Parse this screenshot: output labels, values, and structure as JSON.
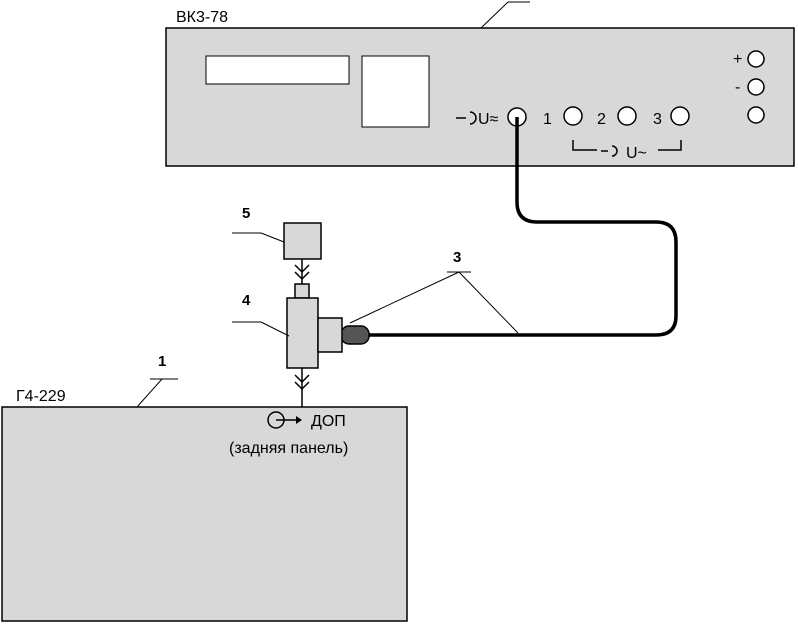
{
  "voltmeter": {
    "model": "ВК3-78",
    "terminal_input_label": "U≈",
    "channel_1": "1",
    "channel_2": "2",
    "channel_3": "3",
    "channel_group_label": "U~",
    "plus_label": "+",
    "minus_label": "-"
  },
  "generator": {
    "model": "Г4-229",
    "output_label": "ДОП",
    "output_note": "(задняя панель)"
  },
  "callouts": {
    "generator_num": "1",
    "cable_num": "3",
    "tee_num": "4",
    "load_num": "5"
  },
  "colors": {
    "panel_fill": "#d8d8d8",
    "line": "#000000",
    "cable_plug": "#555555"
  }
}
